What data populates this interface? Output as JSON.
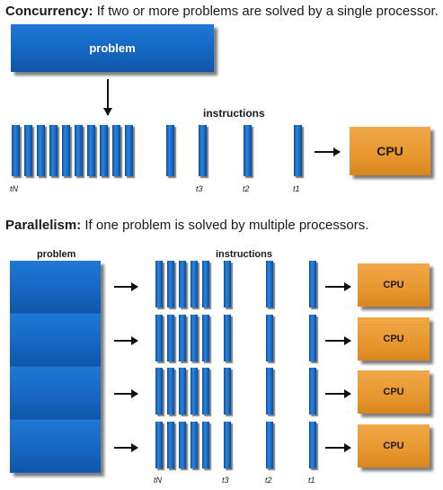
{
  "concurrency": {
    "title": "Concurrency:",
    "description": " If two or more problems are solved by a single processor.",
    "problem_label": "problem",
    "instructions_label": "instructions",
    "cpu_label": "CPU",
    "ticks": [
      "tN",
      "t3",
      "t2",
      "t1"
    ]
  },
  "parallelism": {
    "title": "Parallelism:",
    "description": " If one problem is solved by multiple processors.",
    "problem_label": "problem",
    "instructions_label": "instructions",
    "cpu_labels": [
      "CPU",
      "CPU",
      "CPU",
      "CPU"
    ],
    "ticks": [
      "tN",
      "t3",
      "t2",
      "t1"
    ]
  },
  "colors": {
    "instruction_blue": "#1565c0",
    "cpu_orange": "#e8962e"
  }
}
